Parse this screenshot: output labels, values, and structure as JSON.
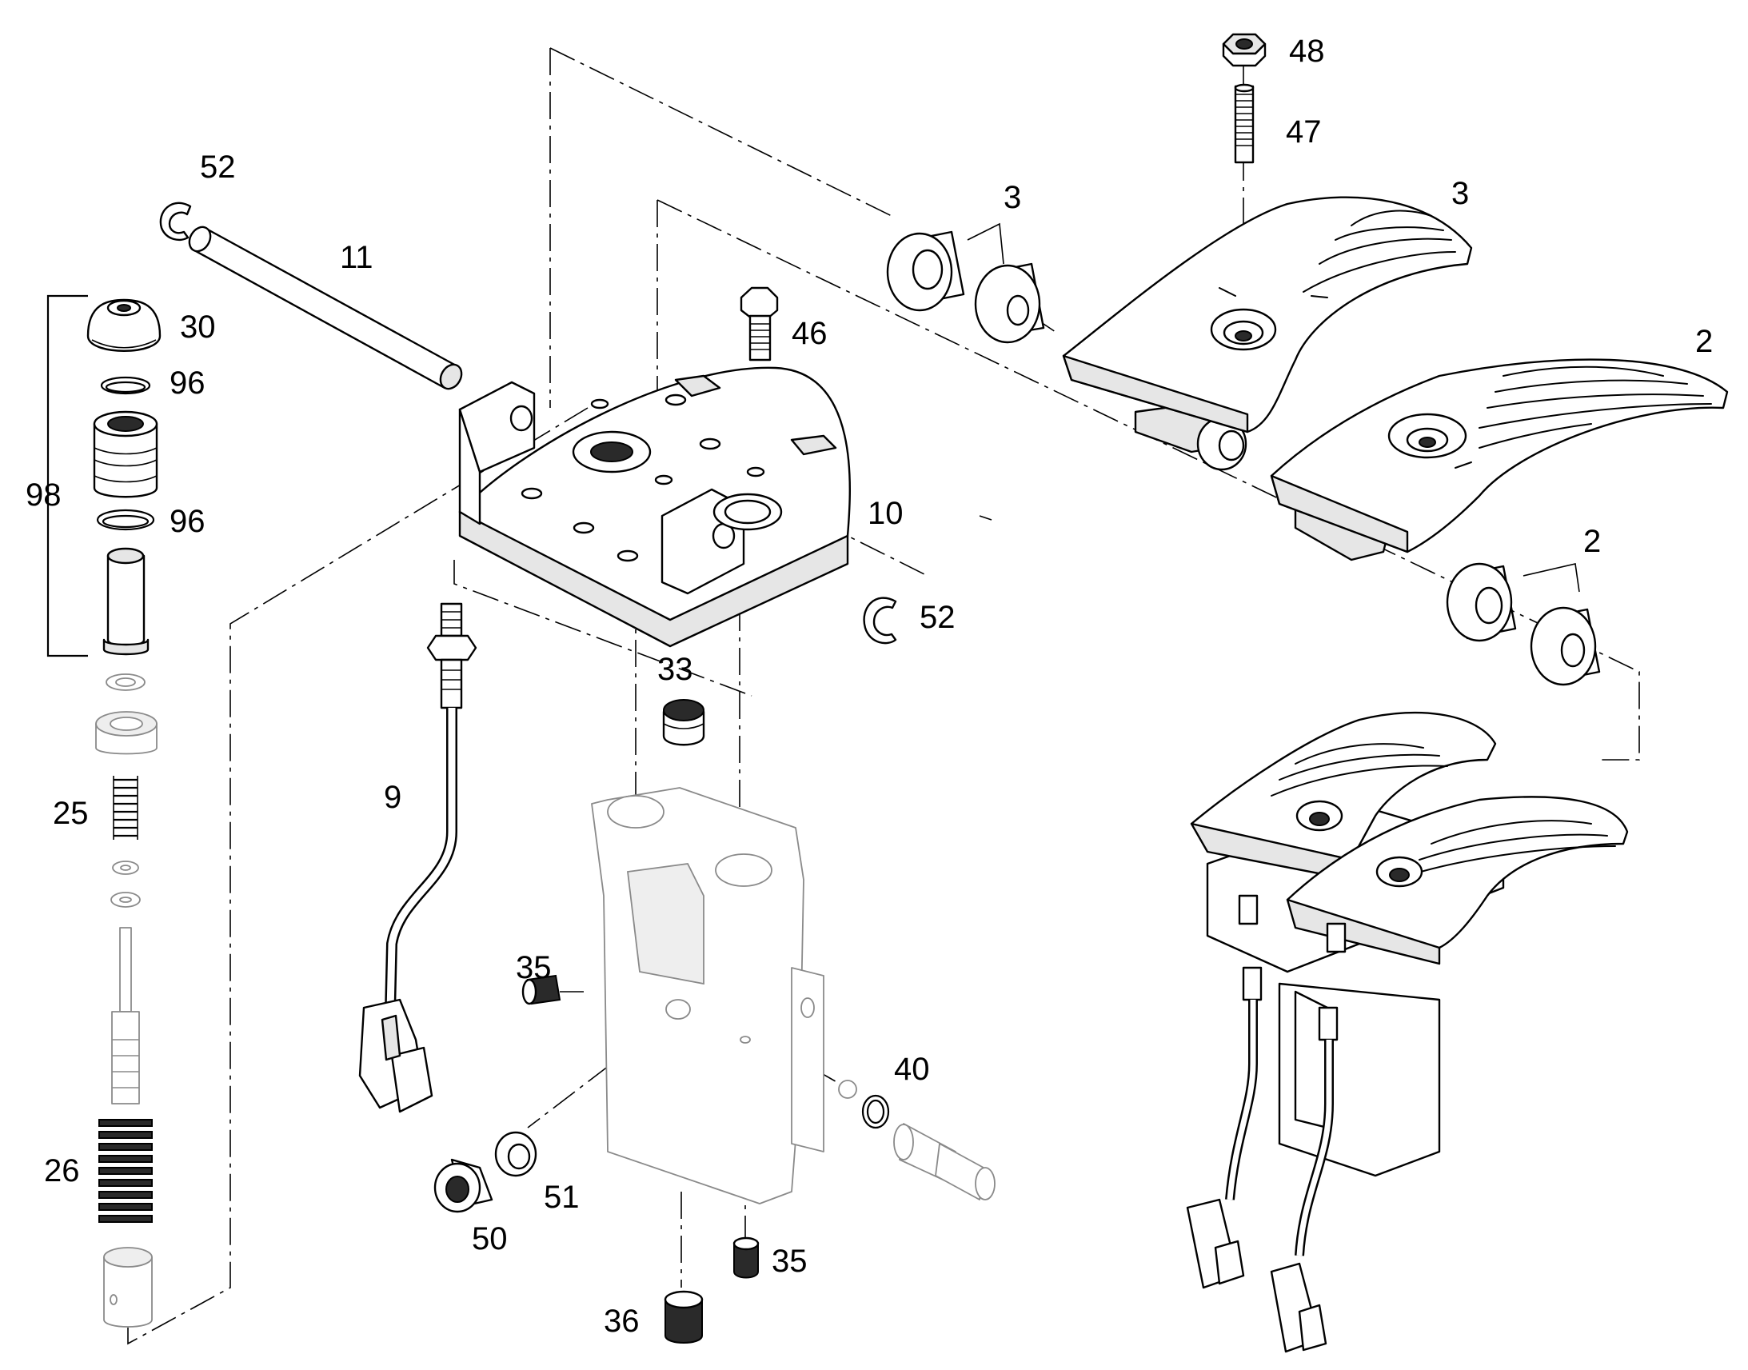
{
  "diagram": {
    "callouts": [
      {
        "id": "48",
        "text": "48"
      },
      {
        "id": "47",
        "text": "47"
      },
      {
        "id": "3a",
        "text": "3"
      },
      {
        "id": "3b",
        "text": "3"
      },
      {
        "id": "2a",
        "text": "2"
      },
      {
        "id": "2b",
        "text": "2"
      },
      {
        "id": "52a",
        "text": "52"
      },
      {
        "id": "52b",
        "text": "52"
      },
      {
        "id": "11",
        "text": "11"
      },
      {
        "id": "30",
        "text": "30"
      },
      {
        "id": "96a",
        "text": "96"
      },
      {
        "id": "96b",
        "text": "96"
      },
      {
        "id": "98",
        "text": "98"
      },
      {
        "id": "46",
        "text": "46"
      },
      {
        "id": "10",
        "text": "10"
      },
      {
        "id": "33",
        "text": "33"
      },
      {
        "id": "25",
        "text": "25"
      },
      {
        "id": "9",
        "text": "9"
      },
      {
        "id": "35a",
        "text": "35"
      },
      {
        "id": "35b",
        "text": "35"
      },
      {
        "id": "40",
        "text": "40"
      },
      {
        "id": "26",
        "text": "26"
      },
      {
        "id": "51",
        "text": "51"
      },
      {
        "id": "50",
        "text": "50"
      },
      {
        "id": "36",
        "text": "36"
      }
    ]
  }
}
